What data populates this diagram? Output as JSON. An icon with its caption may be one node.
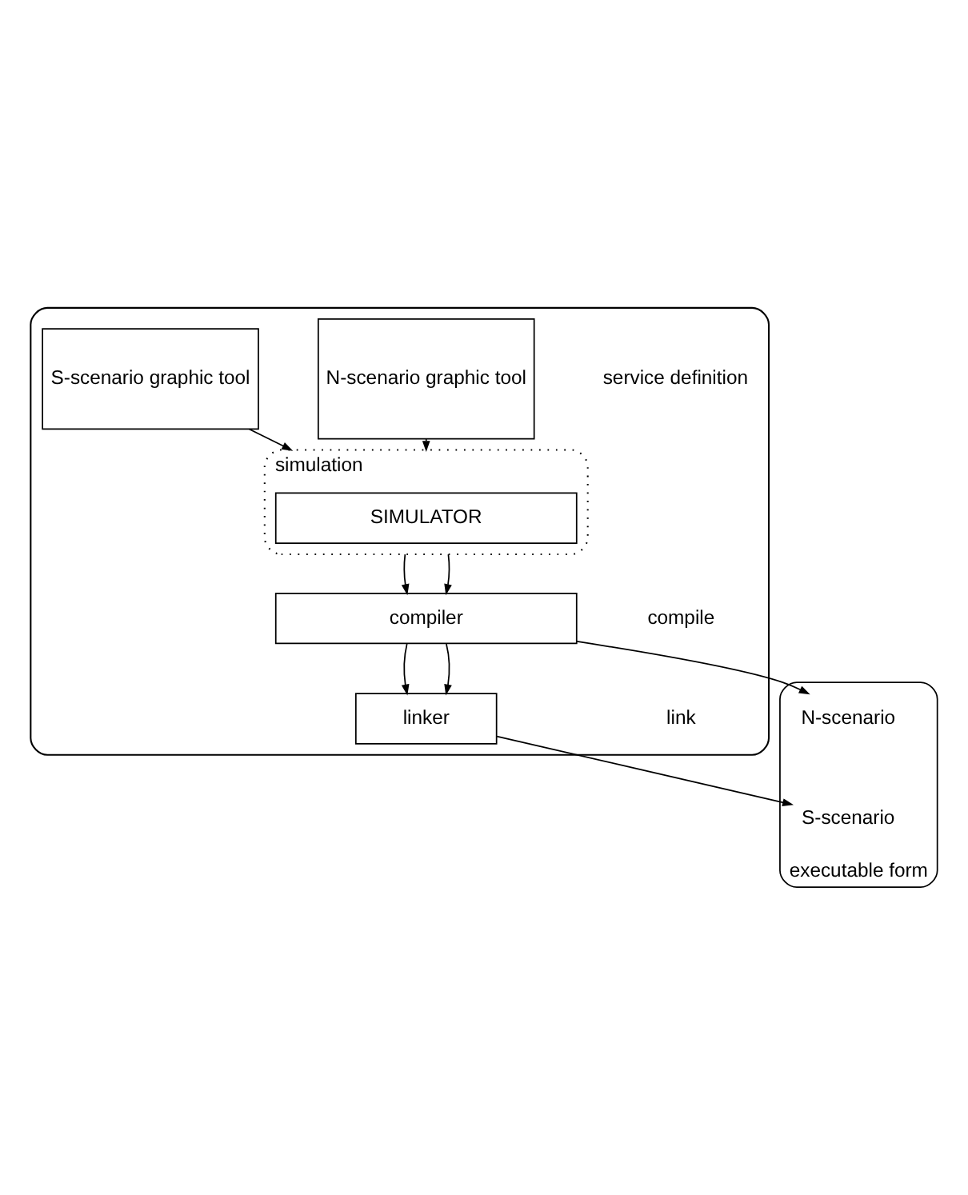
{
  "diagram": {
    "nodes": [
      {
        "text": [],
        "shape": "box"
      },
      {
        "text": [
          "N-scenario graphic tool"
        ],
        "in": 0
      },
      {
        "text": [
          "S-scenario graphic tool"
        ],
        "in": 0
      },
      {
        "text": [
          "simulation"
        ],
        "in": 0
      },
      {
        "text": [
          "SIMULATOR"
        ],
        "in": 3
      },
      {
        "text": [
          "compiler"
        ],
        "in": 0
      },
      {
        "text": [
          "linker"
        ],
        "in": 0
      },
      {
        "text": [
          "executable form"
        ]
      },
      {
        "text": [
          "N-scenario"
        ],
        "in": 7
      },
      {
        "text": [
          "S-scenario"
        ],
        "in": 7
      }
    ],
    "edges": [
      {
        "from": 1,
        "to": 3,
        "arrow": "to"
      },
      {
        "from": 2,
        "to": 3,
        "arrow": "to"
      },
      {
        "from": 3,
        "to": 5,
        "arrow": "to"
      },
      {
        "from": 3,
        "to": 5,
        "arrow": "to"
      },
      {
        "from": 5,
        "to": 6,
        "arrow": "to"
      },
      {
        "from": 5,
        "to": 6,
        "arrow": "to"
      },
      {
        "from": 5,
        "to": 8,
        "arrow": "to"
      },
      {
        "from": 6,
        "to": 9,
        "arrow": "to"
      }
    ],
    "labels": [
      "service definition",
      "compile",
      "link"
    ]
  }
}
